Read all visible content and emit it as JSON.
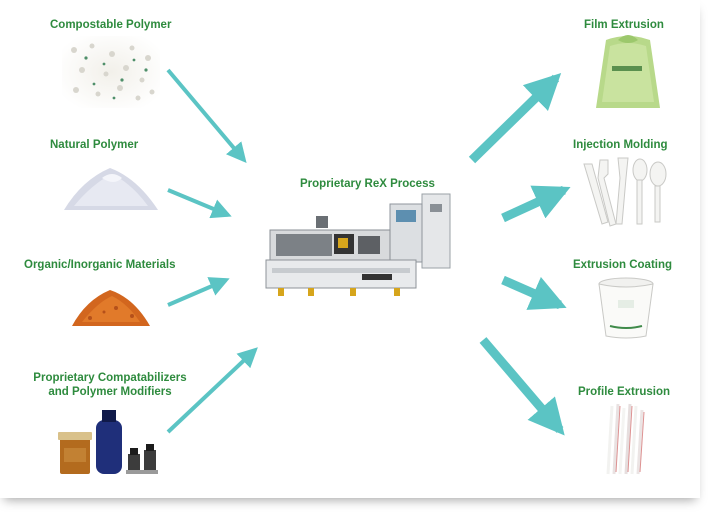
{
  "center": {
    "label": "Proprietary ReX Process",
    "image": "extrusion-machine"
  },
  "inputs": [
    {
      "label": "Compostable Polymer",
      "image": "white-granules"
    },
    {
      "label": "Natural Polymer",
      "image": "white-powder-pile"
    },
    {
      "label": "Organic/Inorganic Materials",
      "image": "orange-powder-pile"
    },
    {
      "label": "Proprietary Compatabilizers\nand Polymer Modifiers",
      "image": "chemical-bottles"
    }
  ],
  "outputs": [
    {
      "label": "Film Extrusion",
      "image": "green-compost-bag"
    },
    {
      "label": "Injection Molding",
      "image": "white-cutlery"
    },
    {
      "label": "Extrusion Coating",
      "image": "paper-cup"
    },
    {
      "label": "Profile Extrusion",
      "image": "drinking-straws"
    }
  ],
  "colors": {
    "label": "#2e8b3e",
    "arrow": "#5bc4c4"
  }
}
